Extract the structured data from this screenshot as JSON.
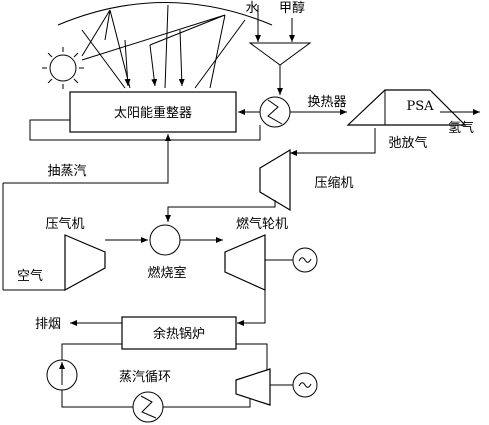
{
  "labels": {
    "reformer": "太阳能重整器",
    "water": "水",
    "methanol": "甲醇",
    "heat_exchanger": "换热器",
    "psa": "PSA",
    "hydrogen": "氢气",
    "purge_gas": "弛放气",
    "steam_extraction": "抽蒸汽",
    "compressor_fuel": "压缩机",
    "air_compressor": "压气机",
    "gas_turbine": "燃气轮机",
    "air": "空气",
    "combustor": "燃烧室",
    "exhaust": "排烟",
    "hrsg": "余热锅炉",
    "steam_cycle": "蒸汽循环"
  },
  "colors": {
    "stroke": "#000000",
    "background": "#ffffff"
  }
}
